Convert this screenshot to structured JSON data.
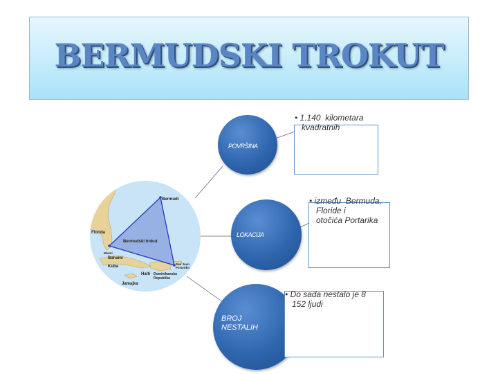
{
  "title": "BERMUDSKI TROKUT",
  "nodes": [
    {
      "label": "POVRŠINA",
      "text": "• 1.140  kilometara\n   kvadratnih"
    },
    {
      "label": "LOKACIJA",
      "text": "• između  Bermuda,\n   Floride i\n   otočića Portarika"
    },
    {
      "label": "BROJ\nNESTALIH",
      "text": "• Do sada nestalo je 8\n   152 ljudi"
    }
  ],
  "map": {
    "labels": {
      "bermudi": "Bermudi",
      "florida": "Florida",
      "triangle": "Bermudski trokut",
      "miami": "Miami",
      "bahami": "Bahami",
      "kuba": "Kuba",
      "haiti": "Haiti",
      "dominikanska1": "Dominikanska",
      "dominikanska2": "Republika",
      "sanjuan1": "San Juan",
      "sanjuan2": "Portoriko",
      "jamajka": "Jamajka"
    }
  },
  "colors": {
    "bubble": "#2f66ae",
    "title": "#5a86c4",
    "box_border": "#5f8fc0",
    "sea": "#c9e4f6",
    "land": "#e7d39a",
    "triangle_fill": "#8fa8e0",
    "triangle_stroke": "#2a3fc0"
  }
}
